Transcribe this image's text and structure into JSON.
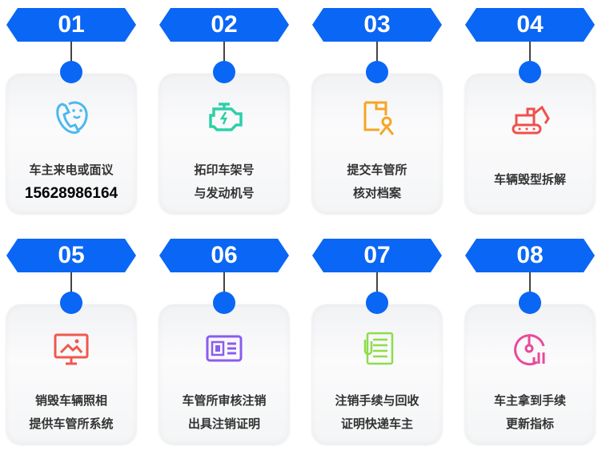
{
  "steps": [
    {
      "number": "01",
      "lines": [
        "车主来电或面议"
      ],
      "phone": "15628986164",
      "icon": "phone-smile-icon",
      "color": "#4db8f0"
    },
    {
      "number": "02",
      "lines": [
        "拓印车架号",
        "与发动机号"
      ],
      "icon": "engine-icon",
      "color": "#2ecfa9"
    },
    {
      "number": "03",
      "lines": [
        "提交车管所",
        "核对档案"
      ],
      "icon": "document-person-icon",
      "color": "#f5a623"
    },
    {
      "number": "04",
      "lines": [
        "车辆毁型拆解"
      ],
      "icon": "excavator-icon",
      "color": "#f0504a"
    },
    {
      "number": "05",
      "lines": [
        "销毁车辆照相",
        "提供车管所系统"
      ],
      "icon": "monitor-image-icon",
      "color": "#f0584c"
    },
    {
      "number": "06",
      "lines": [
        "车管所审核注销",
        "出具注销证明"
      ],
      "icon": "chip-card-icon",
      "color": "#8a5cf0"
    },
    {
      "number": "07",
      "lines": [
        "注销手续与回收",
        "证明快递车主"
      ],
      "icon": "clipped-list-icon",
      "color": "#8fdc4a"
    },
    {
      "number": "08",
      "lines": [
        "车主拿到手续",
        "更新指标"
      ],
      "icon": "gauge-chart-icon",
      "color": "#e84a9a"
    }
  ]
}
